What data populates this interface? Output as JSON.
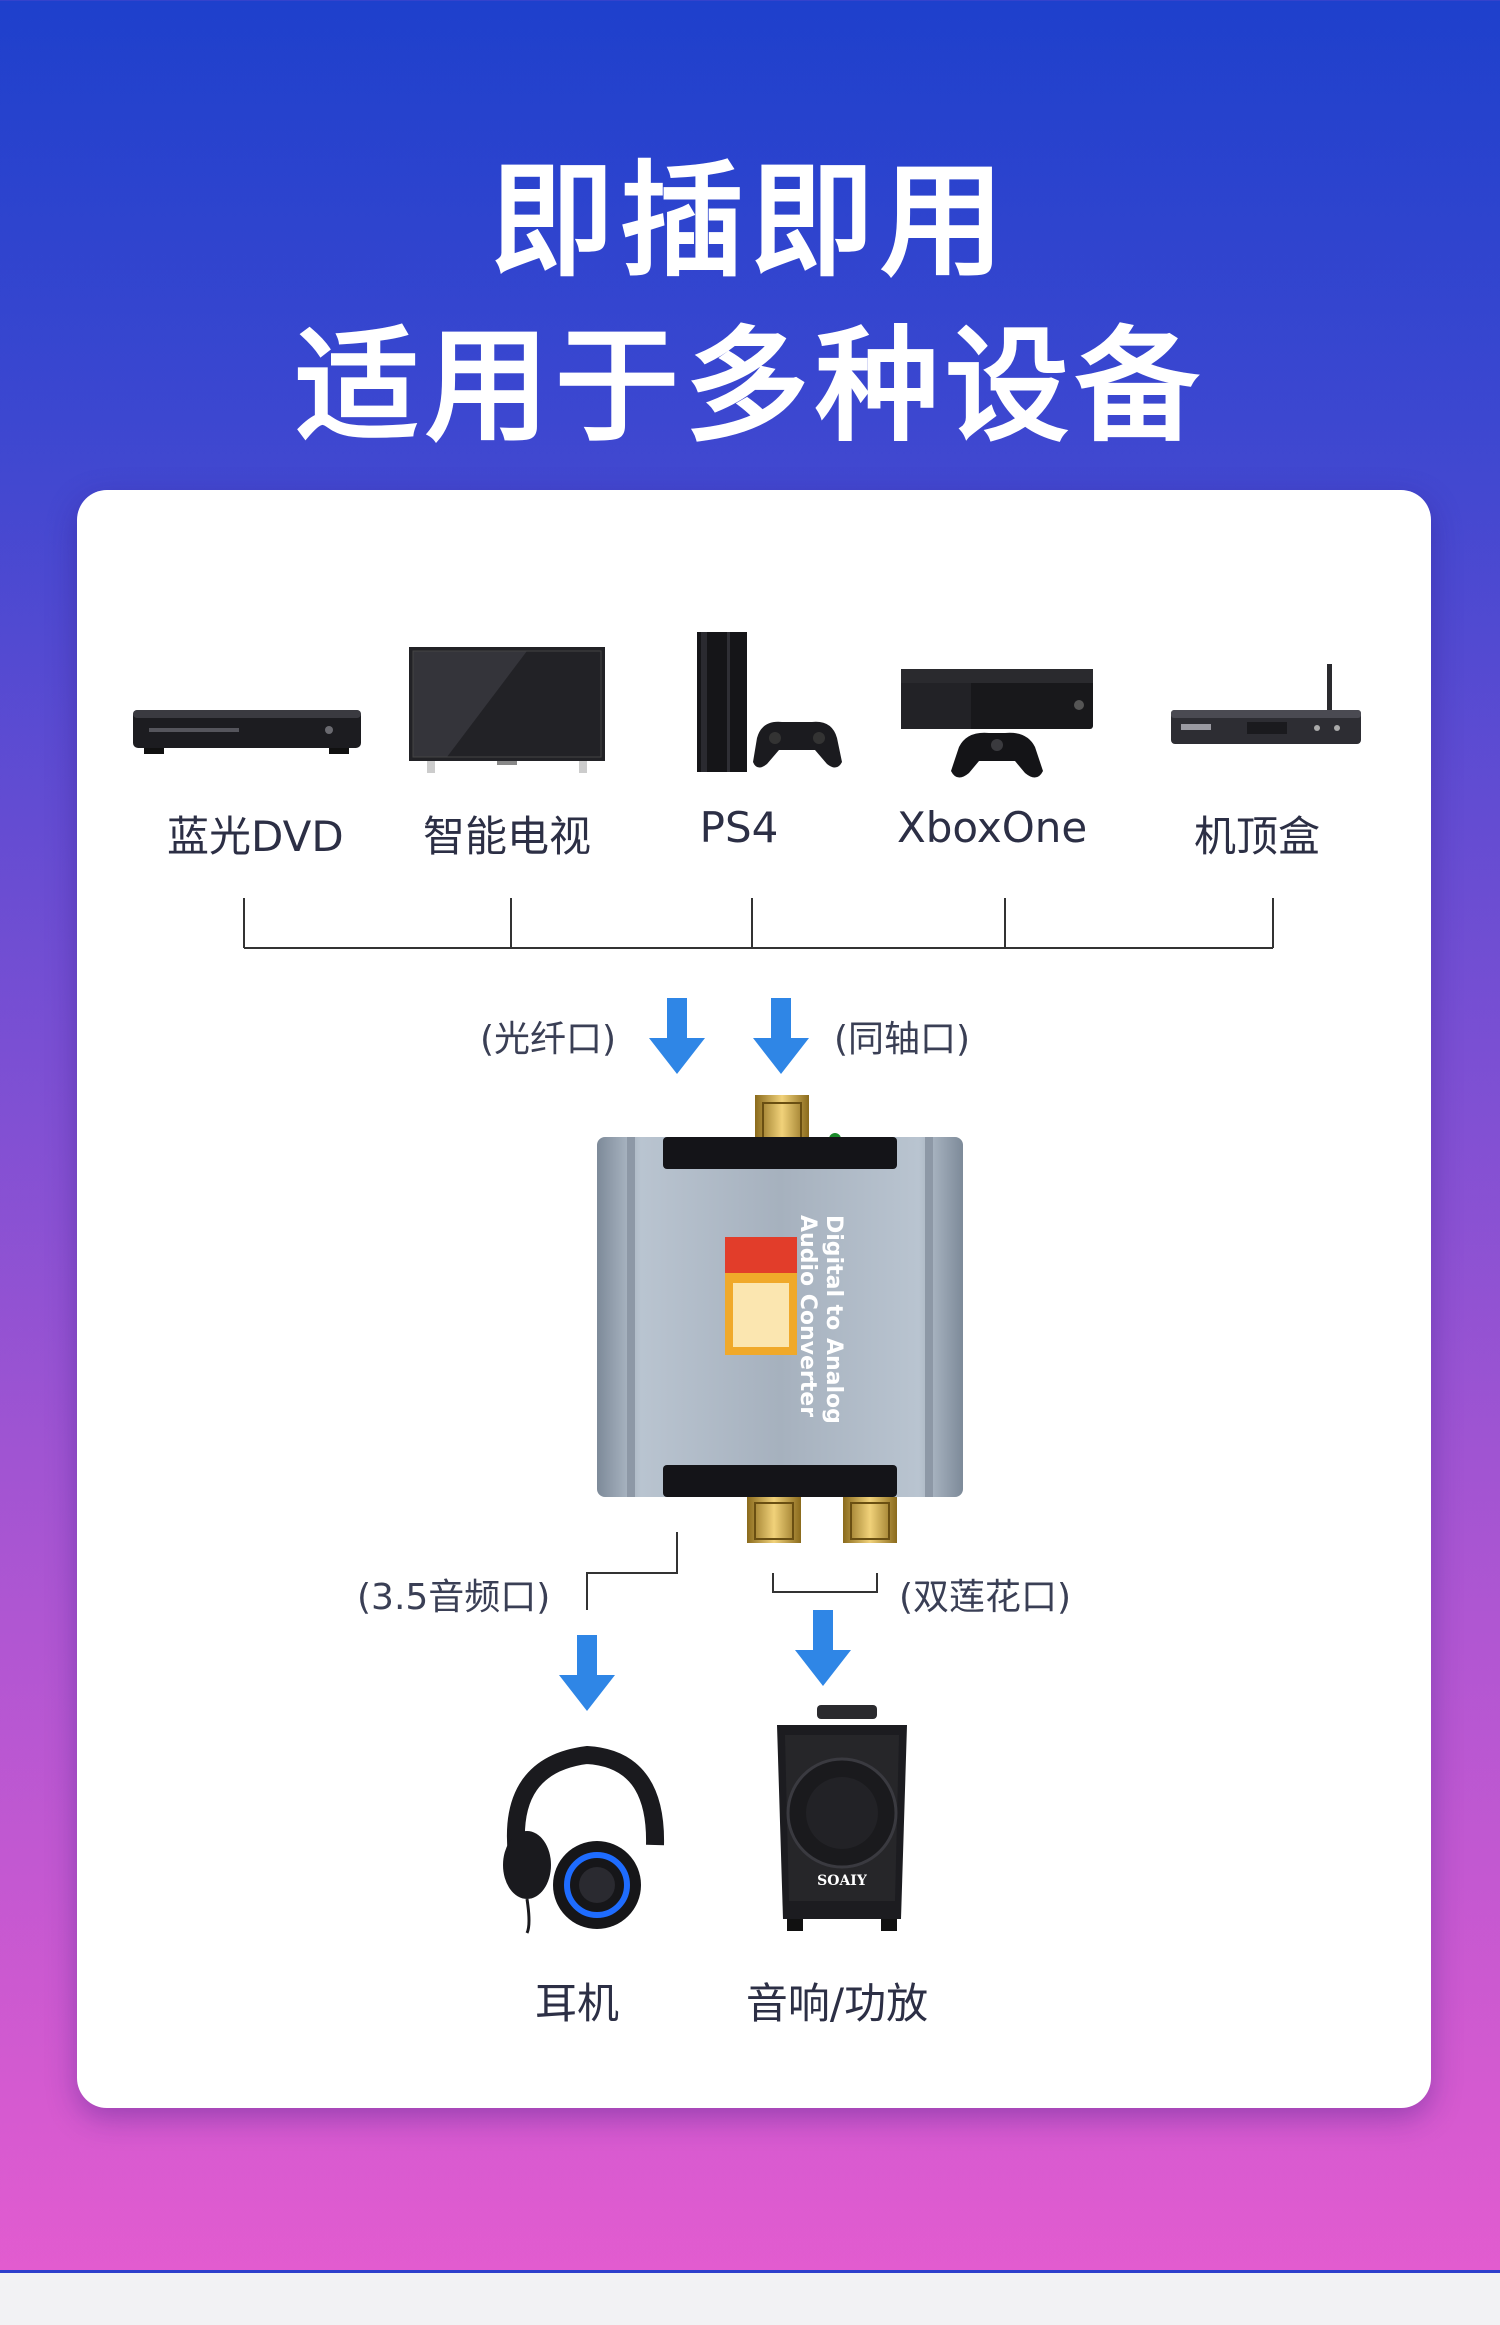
{
  "header": {
    "line1": "即插即用",
    "line2": "适用于多种设备"
  },
  "sources": [
    {
      "label": "蓝光DVD",
      "icon": "bluray-player-icon"
    },
    {
      "label": "智能电视",
      "icon": "smart-tv-icon"
    },
    {
      "label": "PS4",
      "icon": "ps4-console-icon"
    },
    {
      "label": "XboxOne",
      "icon": "xbox-console-icon"
    },
    {
      "label": "机顶盒",
      "icon": "set-top-box-icon"
    }
  ],
  "inputs": {
    "optical": "(光纤口)",
    "coaxial": "(同轴口)"
  },
  "converter": {
    "text_line1": "Digital to Analog",
    "text_line2": "Audio Converter"
  },
  "outputs": {
    "jack35": "(3.5音频口)",
    "rca": "(双莲花口)"
  },
  "targets": [
    {
      "label": "耳机",
      "icon": "headphones-icon"
    },
    {
      "label": "音响/功放",
      "icon": "speaker-icon"
    }
  ],
  "speaker_brand": "SOAIY",
  "colors": {
    "arrow_blue": "#2f86e6",
    "gradient_top": "#1e40cc",
    "gradient_bottom": "#e65ccf"
  }
}
